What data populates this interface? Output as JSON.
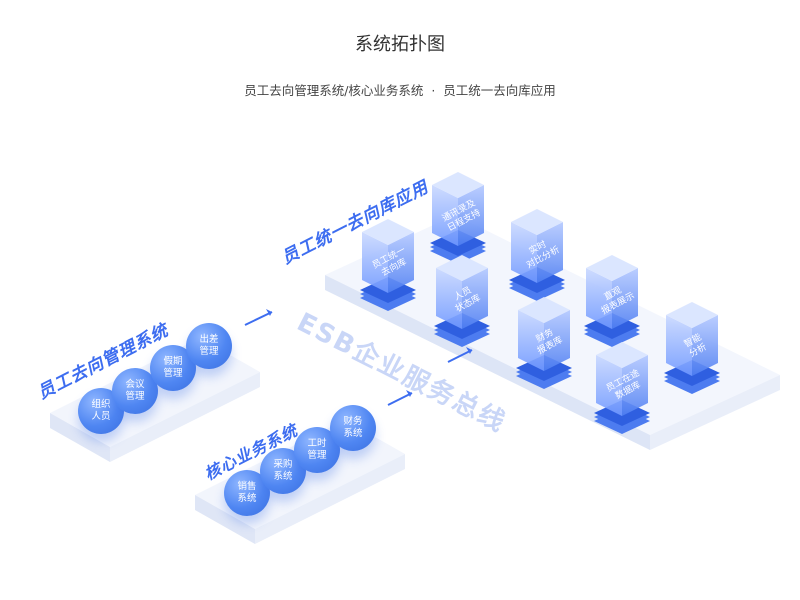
{
  "title": "系统拓扑图",
  "subtitle": "员工去向管理系统/核心业务系统  ·  员工统一去向库应用",
  "platform_left": {
    "label": "员工去向管理系统",
    "bubbles": [
      "组织\n人员",
      "会议\n管理",
      "假期\n管理",
      "出差\n管理"
    ]
  },
  "platform_bottom": {
    "label": "核心业务系统",
    "bubbles": [
      "销售\n系统",
      "采购\n系统",
      "工时\n管理",
      "财务\n系统"
    ]
  },
  "platform_right": {
    "label": "员工统一去向库应用",
    "bus_label": "ESB企业服务总线",
    "cubes": [
      "员工统一\n去向库",
      "通讯录及\n日程支持",
      "人员\n状态库",
      "实时\n对比分析",
      "财务\n报表库",
      "直观\n报表展示",
      "员工在途\n数据库",
      "智能\n分析"
    ]
  },
  "colors": {
    "accent": "#3d6df0",
    "bubble": "#4f86f2",
    "cube": "#5b8cff",
    "platform": "#eef2fb"
  }
}
